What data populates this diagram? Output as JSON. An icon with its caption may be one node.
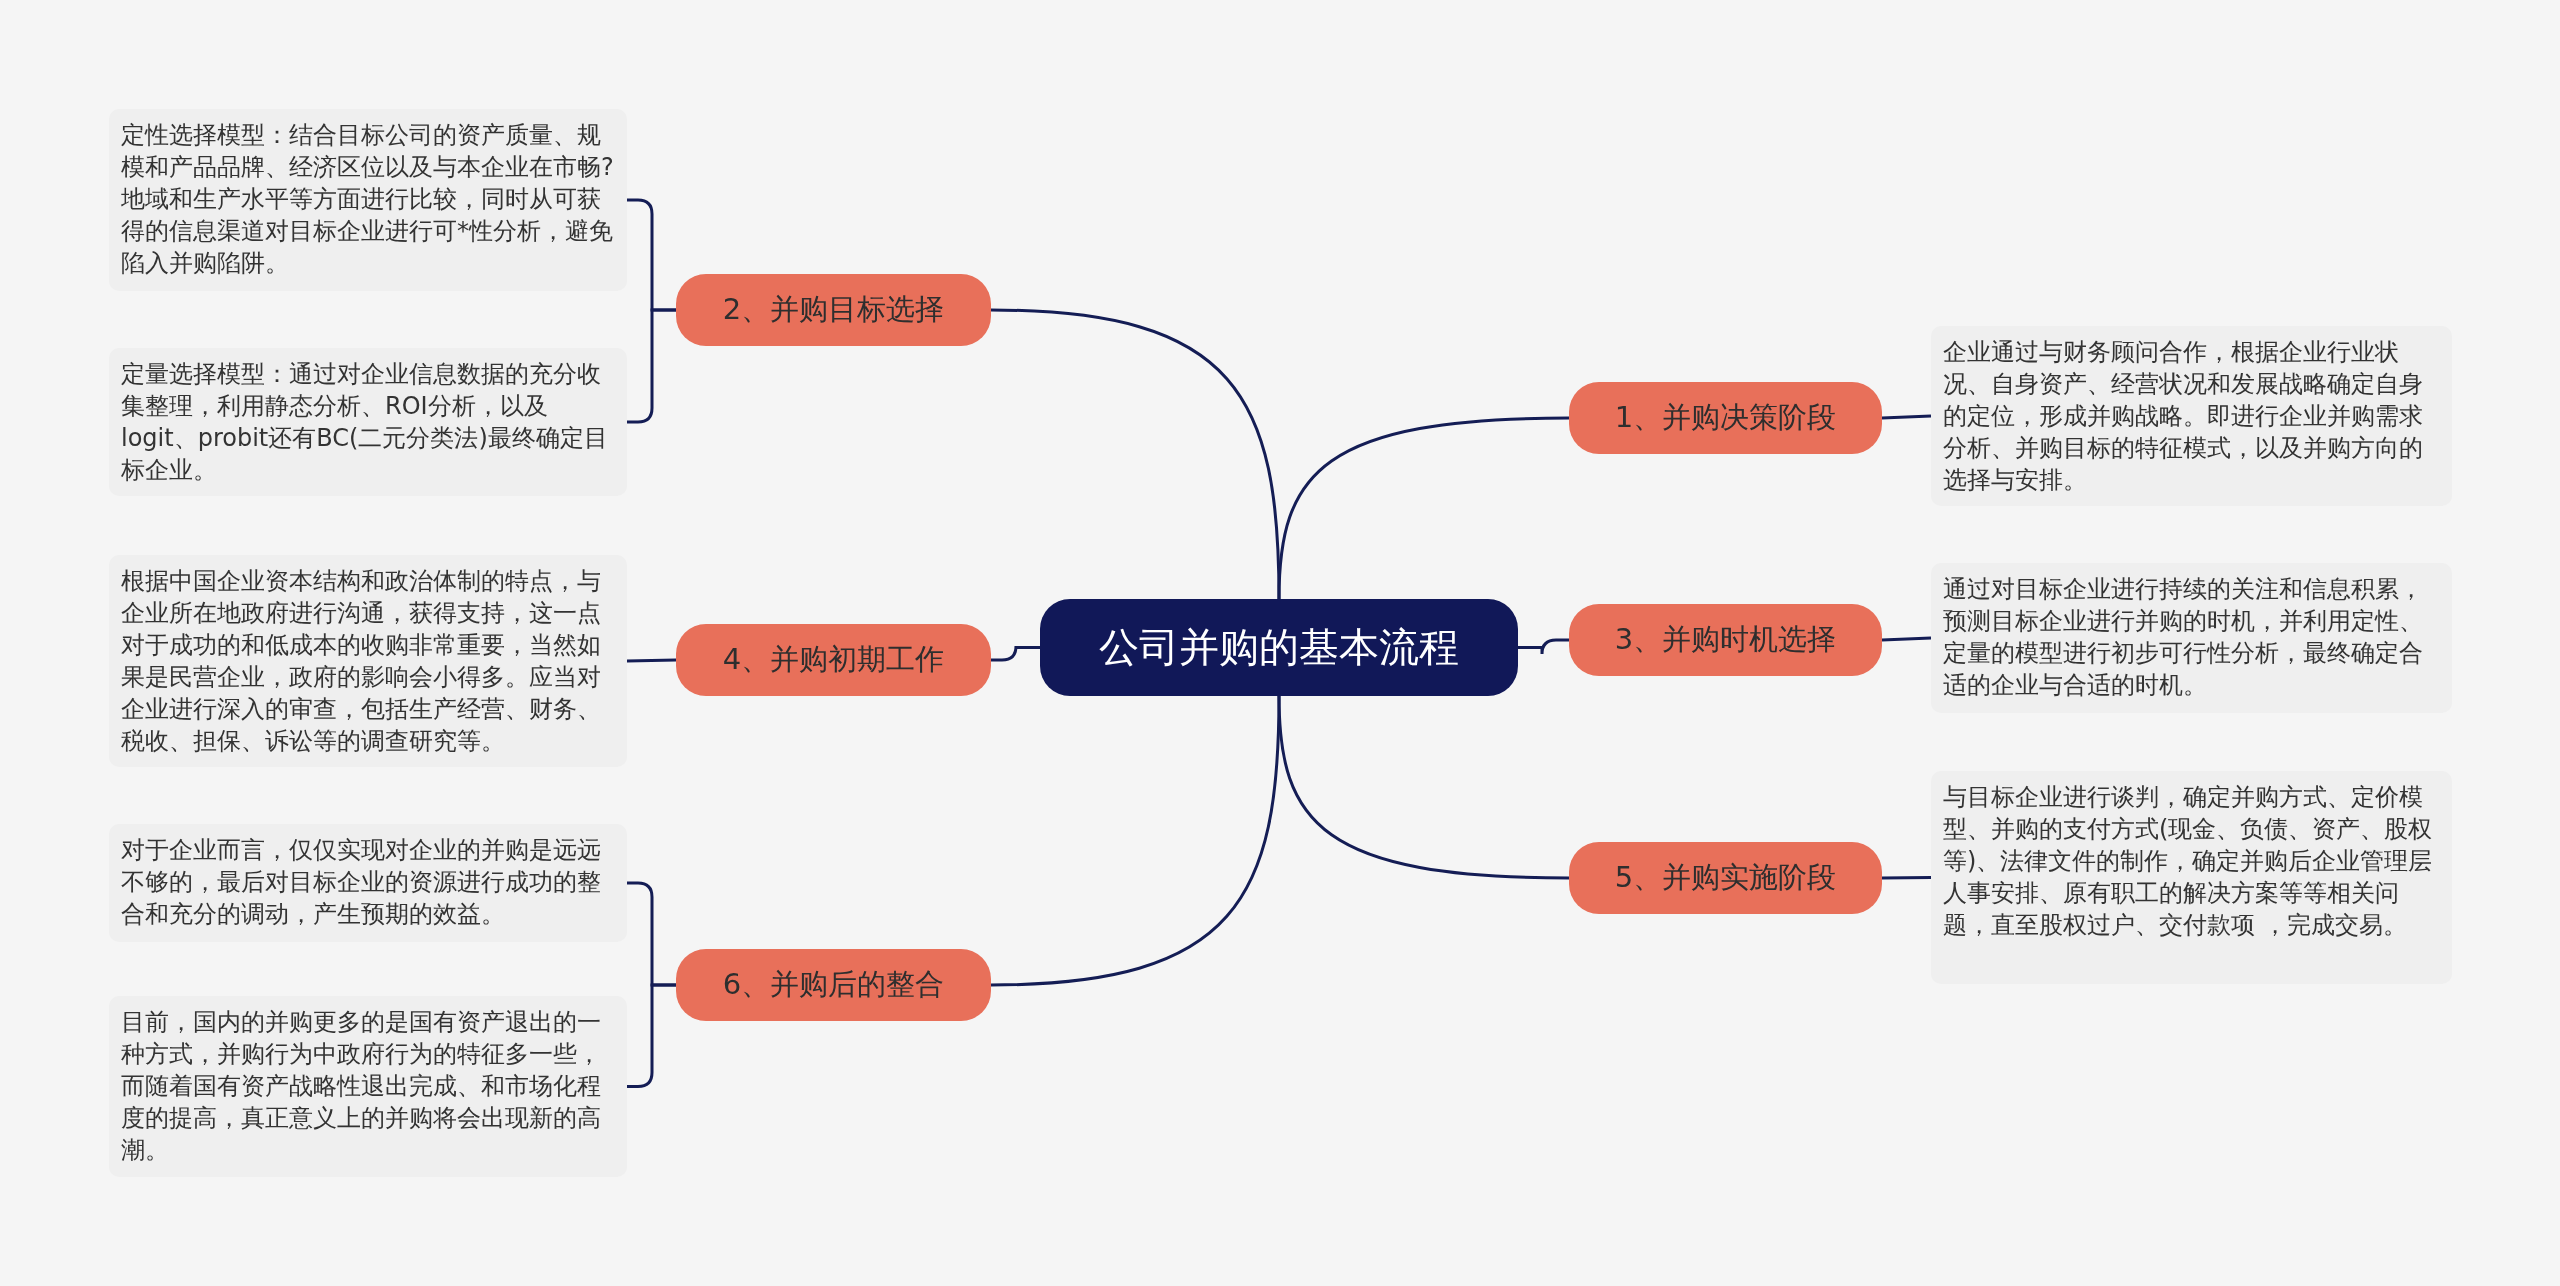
{
  "diagram": {
    "nodes": [
      {
        "text": [
          "公司并购的基本流程"
        ]
      },
      {
        "text": [
          "1、并购决策阶段"
        ]
      },
      {
        "text": [
          "企业通过与财务顾问合作，根据企业行业状况、自身资产、经营状况和发展战略确定自身的定位，形成并购战略。即进行企业并购需求分析、并购目标的特征模式，以及并购方向的选择与安排。"
        ]
      },
      {
        "text": [
          "2、并购目标选择"
        ]
      },
      {
        "text": [
          "定性选择模型：结合目标公司的资产质量、规模和产品品牌、经济区位以及与本企业在市畅?地域和生产水平等方面进行比较，同时从可获得的信息渠道对目标企业进行可*性分析，避免陷入并购陷阱。"
        ]
      },
      {
        "text": [
          "定量选择模型：通过对企业信息数据的充分收集整理，利用静态分析、ROI分析，以及logit、probit还有BC(二元分类法)最终确定目标企业。"
        ]
      },
      {
        "text": [
          "3、并购时机选择"
        ]
      },
      {
        "text": [
          "通过对目标企业进行持续的关注和信息积累，预测目标企业进行并购的时机，并利用定性、定量的模型进行初步可行性分析，最终确定合适的企业与合适的时机。"
        ]
      },
      {
        "text": [
          "4、并购初期工作"
        ]
      },
      {
        "text": [
          "根据中国企业资本结构和政治体制的特点，与企业所在地政府进行沟通，获得支持，这一点对于成功的和低成本的收购非常重要，当然如果是民营企业，政府的影响会小得多。应当对企业进行深入的审查，包括生产经营、财务、税收、担保、诉讼等的调查研究等。"
        ]
      },
      {
        "text": [
          "5、并购实施阶段"
        ]
      },
      {
        "text": [
          "与目标企业进行谈判，确定并购方式、定价模型、并购的支付方式(现金、负债、资产、股权等)、法律文件的制作，确定并购后企业管理层人事安排、原有职工的解决方案等等相关问题，直至股权过户、交付款项 ，完成交易。"
        ]
      },
      {
        "text": [
          "6、并购后的整合"
        ]
      },
      {
        "text": [
          "对于企业而言，仅仅实现对企业的并购是远远不够的，最后对目标企业的资源进行成功的整合和充分的调动，产生预期的效益。"
        ]
      },
      {
        "text": [
          "目前，国内的并购更多的是国有资产退出的一种方式，并购行为中政府行为的特征多一些，而随着国有资产战略性退出完成、和市场化程度的提高，真正意义上的并购将会出现新的高潮。"
        ]
      }
    ],
    "edges": [
      {
        "from": 0,
        "to": 1,
        "arrow": "none"
      },
      {
        "from": 1,
        "to": 2,
        "arrow": "none"
      },
      {
        "from": 0,
        "to": 3,
        "arrow": "none"
      },
      {
        "from": 3,
        "to": 4,
        "arrow": "none"
      },
      {
        "from": 3,
        "to": 5,
        "arrow": "none"
      },
      {
        "from": 0,
        "to": 6,
        "arrow": "none"
      },
      {
        "from": 6,
        "to": 7,
        "arrow": "none"
      },
      {
        "from": 0,
        "to": 8,
        "arrow": "none"
      },
      {
        "from": 8,
        "to": 9,
        "arrow": "none"
      },
      {
        "from": 0,
        "to": 10,
        "arrow": "none"
      },
      {
        "from": 10,
        "to": 11,
        "arrow": "none"
      },
      {
        "from": 0,
        "to": 12,
        "arrow": "none"
      },
      {
        "from": 12,
        "to": 13,
        "arrow": "none"
      },
      {
        "from": 12,
        "to": 14,
        "arrow": "none"
      }
    ]
  }
}
